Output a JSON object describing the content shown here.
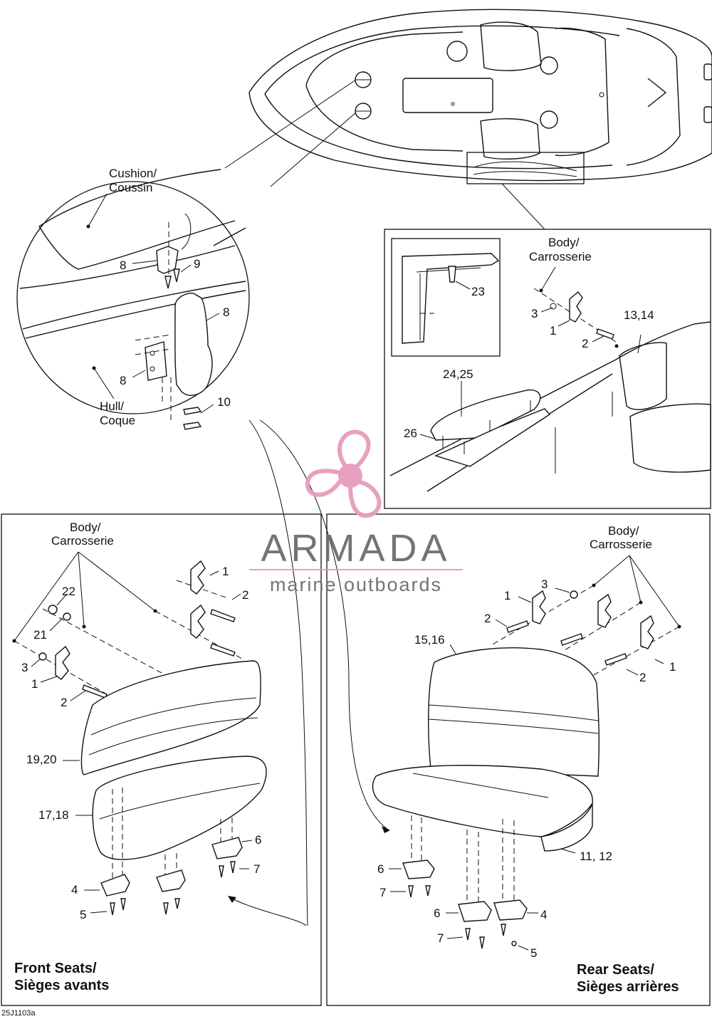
{
  "document": {
    "drawing_code": "25J1103a",
    "watermark": {
      "brand": "ARMADA",
      "tagline": "marine outboards",
      "color_pink": "#e79bbd",
      "color_grey": "#6d6d6d",
      "icon": "propeller-logo-icon"
    }
  },
  "detail_circle": {
    "cushion_label_1": "Cushion/",
    "cushion_label_2": "Coussin",
    "hull_label_1": "Hull/",
    "hull_label_2": "Coque",
    "callouts": [
      "8",
      "9",
      "8",
      "8",
      "10"
    ]
  },
  "rear_inset": {
    "body_label_1": "Body/",
    "body_label_2": "Carrosserie",
    "callouts": [
      "23",
      "3",
      "1",
      "2",
      "13,14",
      "24,25",
      "26"
    ]
  },
  "front_panel": {
    "title_1": "Front Seats/",
    "title_2": "Sièges avants",
    "body_label_1": "Body/",
    "body_label_2": "Carrosserie",
    "callouts": [
      "22",
      "21",
      "3",
      "1",
      "2",
      "1",
      "2",
      "19,20",
      "17,18",
      "6",
      "7",
      "4",
      "5"
    ]
  },
  "rear_panel": {
    "title_1": "Rear Seats/",
    "title_2": "Sièges arrières",
    "body_label_1": "Body/",
    "body_label_2": "Carrosserie",
    "callouts": [
      "3",
      "1",
      "2",
      "15,16",
      "1",
      "2",
      "11, 12",
      "6",
      "7",
      "6",
      "4",
      "7",
      "5"
    ]
  }
}
